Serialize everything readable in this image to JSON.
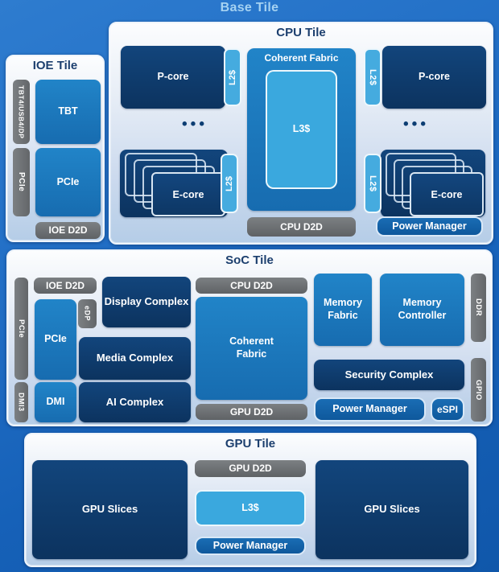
{
  "base": {
    "label": "Base Tile"
  },
  "ioe_tile": {
    "title": "IOE Tile",
    "phy_tbt": "TBT4/USB4/DP",
    "tbt": "TBT",
    "phy_pcie": "PCIe",
    "pcie": "PCIe",
    "d2d": "IOE D2D"
  },
  "cpu_tile": {
    "title": "CPU Tile",
    "p_core": "P-core",
    "e_core": "E-core",
    "l2": "L2$",
    "l3": "L3$",
    "dots": "•••",
    "coherent_fabric": "Coherent Fabric",
    "d2d": "CPU D2D",
    "power_manager": "Power Manager"
  },
  "soc_tile": {
    "title": "SoC Tile",
    "ioe_d2d": "IOE D2D",
    "cpu_d2d": "CPU D2D",
    "gpu_d2d": "GPU D2D",
    "phy_pcie": "PCIe",
    "phy_dmi3": "DMI3",
    "pcie": "PCIe",
    "edp": "eDP",
    "dmi": "DMI",
    "display_complex": "Display Complex",
    "media_complex": "Media Complex",
    "ai_complex": "AI Complex",
    "coherent_fabric": "Coherent Fabric",
    "memory_fabric": "Memory Fabric",
    "memory_controller": "Memory Controller",
    "ddr": "DDR",
    "gpio": "GPIO",
    "security_complex": "Security Complex",
    "power_manager": "Power Manager",
    "espi": "eSPI"
  },
  "gpu_tile": {
    "title": "GPU Tile",
    "slices_left": "GPU Slices",
    "slices_right": "GPU Slices",
    "d2d": "GPU D2D",
    "l3": "L3$",
    "power_manager": "Power Manager"
  },
  "colors": {
    "background_top": "#2e7ccf",
    "background_bottom": "#1057aa",
    "panel_light": "#fcfdfe",
    "panel_shade": "#b5cde7",
    "navy_box": "#0d3a6b",
    "mid_blue_box": "#1b78bc",
    "light_blue_cache": "#3aa8de",
    "gray_bar": "#6b6e71",
    "title_text": "#1c3f6e",
    "base_label_text": "#a5d2f2",
    "white_text": "#ffffff"
  }
}
